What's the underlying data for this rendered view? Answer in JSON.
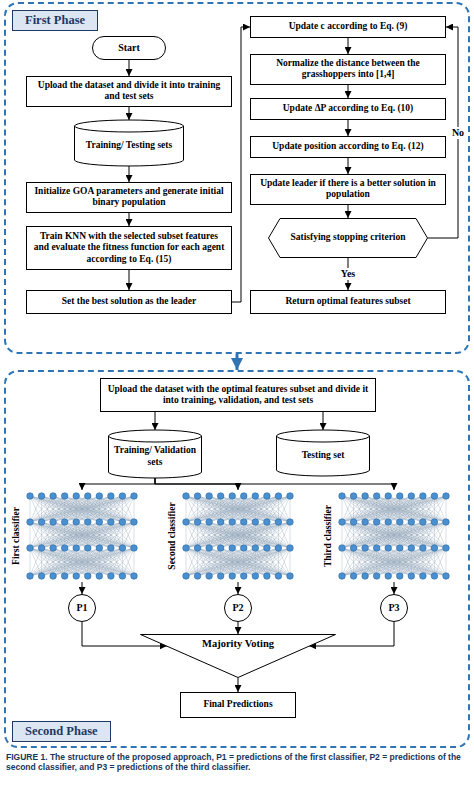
{
  "diagram": {
    "caption": "FIGURE 1. The structure of the proposed approach, P1 = predictions of the first classifier, P2 = predictions of the second classifier, and P3 = predictions of the third classifier.",
    "nodes": [
      {
        "text": [
          "First Phase"
        ]
      },
      {
        "text": [
          "Start"
        ],
        "in": 0
      },
      {
        "text": [
          "Upload the dataset and divide it into training and test sets"
        ],
        "in": 0
      },
      {
        "text": [
          "Training/ Testing sets"
        ],
        "in": 0
      },
      {
        "text": [
          "Initialize GOA parameters and generate initial binary population"
        ],
        "in": 0
      },
      {
        "text": [
          "Train KNN with the selected subset features and evaluate the fitness function for each agent according to Eq. (15)"
        ],
        "in": 0
      },
      {
        "text": [
          "Set the best solution as the leader"
        ],
        "in": 0
      },
      {
        "text": [
          "Update c according to Eq. (9)"
        ],
        "in": 0
      },
      {
        "text": [
          "Normalize the distance between the grasshoppers into [1,4]"
        ],
        "in": 0
      },
      {
        "text": [
          "Update ΔP according to Eq. (10)"
        ],
        "in": 0
      },
      {
        "text": [
          "Update position according to Eq. (12)"
        ],
        "in": 0
      },
      {
        "text": [
          "Update leader if there is a better solution in population"
        ],
        "in": 0
      },
      {
        "text": [
          "Satisfying stopping criterion"
        ],
        "in": 0
      },
      {
        "text": [
          "Return optimal features subset"
        ],
        "in": 0
      },
      {
        "text": [
          "Second Phase"
        ]
      },
      {
        "text": [
          "Upload the dataset with the optimal features subset and divide it into training, validation, and test sets"
        ],
        "in": 14
      },
      {
        "text": [
          "Training/ Validation sets"
        ],
        "in": 14
      },
      {
        "text": [
          "Testing set"
        ],
        "in": 14
      },
      {
        "text": [
          "First classifier"
        ],
        "in": 14
      },
      {
        "text": [
          "Second classifier"
        ],
        "in": 14
      },
      {
        "text": [
          "Third classifier"
        ],
        "in": 14
      },
      {
        "text": [
          "P1"
        ],
        "in": 14
      },
      {
        "text": [
          "P2"
        ],
        "in": 14
      },
      {
        "text": [
          "P3"
        ],
        "in": 14
      },
      {
        "text": [
          "Majority Voting"
        ],
        "in": 14
      },
      {
        "text": [
          "Final Predictions"
        ],
        "in": 14
      }
    ],
    "edges": [
      {
        "from": 1,
        "to": 2,
        "arrow": "to"
      },
      {
        "from": 2,
        "to": 3,
        "arrow": "to"
      },
      {
        "from": 3,
        "to": 4,
        "arrow": "to"
      },
      {
        "from": 4,
        "to": 5,
        "arrow": "to"
      },
      {
        "from": 5,
        "to": 6,
        "arrow": "to"
      },
      {
        "from": 6,
        "to": 7,
        "arrow": "to"
      },
      {
        "from": 7,
        "to": 8,
        "arrow": "to"
      },
      {
        "from": 8,
        "to": 9,
        "arrow": "to"
      },
      {
        "from": 9,
        "to": 10,
        "arrow": "to"
      },
      {
        "from": 10,
        "to": 11,
        "arrow": "to"
      },
      {
        "from": 11,
        "to": 12,
        "arrow": "to"
      },
      {
        "from": 12,
        "to": 13,
        "label": "Yes",
        "arrow": "to"
      },
      {
        "from": 12,
        "to": 7,
        "label": "No",
        "arrow": "to"
      },
      {
        "from": 0,
        "to": 14,
        "arrow": "to"
      },
      {
        "from": 15,
        "to": 16,
        "arrow": "to"
      },
      {
        "from": 15,
        "to": 17,
        "arrow": "to"
      },
      {
        "from": 16,
        "to": 18,
        "arrow": "to"
      },
      {
        "from": 16,
        "to": 19,
        "arrow": "to"
      },
      {
        "from": 16,
        "to": 20,
        "arrow": "to"
      },
      {
        "from": 18,
        "to": 21,
        "arrow": "to"
      },
      {
        "from": 19,
        "to": 22,
        "arrow": "to"
      },
      {
        "from": 20,
        "to": 23,
        "arrow": "to"
      },
      {
        "from": 21,
        "to": 24,
        "arrow": "to"
      },
      {
        "from": 22,
        "to": 24,
        "arrow": "to"
      },
      {
        "from": 23,
        "to": 24,
        "arrow": "to"
      },
      {
        "from": 24,
        "to": 25,
        "arrow": "to"
      }
    ]
  }
}
